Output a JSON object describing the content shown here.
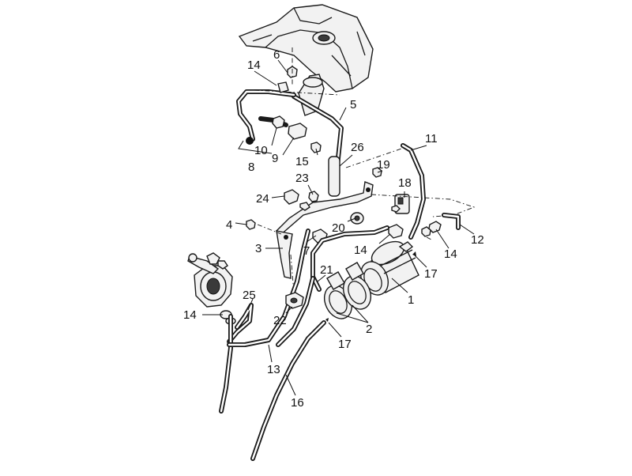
{
  "callouts": [
    {
      "id": "c1",
      "text": "1"
    },
    {
      "id": "c2",
      "text": "2"
    },
    {
      "id": "c3",
      "text": "3"
    },
    {
      "id": "c4",
      "text": "4"
    },
    {
      "id": "c5",
      "text": "5"
    },
    {
      "id": "c6",
      "text": "6"
    },
    {
      "id": "c7",
      "text": "7"
    },
    {
      "id": "c8",
      "text": "8"
    },
    {
      "id": "c9",
      "text": "9"
    },
    {
      "id": "c10",
      "text": "10"
    },
    {
      "id": "c11",
      "text": "11"
    },
    {
      "id": "c12",
      "text": "12"
    },
    {
      "id": "c13",
      "text": "13"
    },
    {
      "id": "c14a",
      "text": "14"
    },
    {
      "id": "c14b",
      "text": "14"
    },
    {
      "id": "c14c",
      "text": "14"
    },
    {
      "id": "c14d",
      "text": "14"
    },
    {
      "id": "c15",
      "text": "15"
    },
    {
      "id": "c16",
      "text": "16"
    },
    {
      "id": "c17a",
      "text": "17"
    },
    {
      "id": "c17b",
      "text": "17"
    },
    {
      "id": "c18",
      "text": "18"
    },
    {
      "id": "c19",
      "text": "19"
    },
    {
      "id": "c20",
      "text": "20"
    },
    {
      "id": "c21",
      "text": "21"
    },
    {
      "id": "c22",
      "text": "22"
    },
    {
      "id": "c23",
      "text": "23"
    },
    {
      "id": "c24",
      "text": "24"
    },
    {
      "id": "c25",
      "text": "25"
    },
    {
      "id": "c26",
      "text": "26"
    }
  ]
}
